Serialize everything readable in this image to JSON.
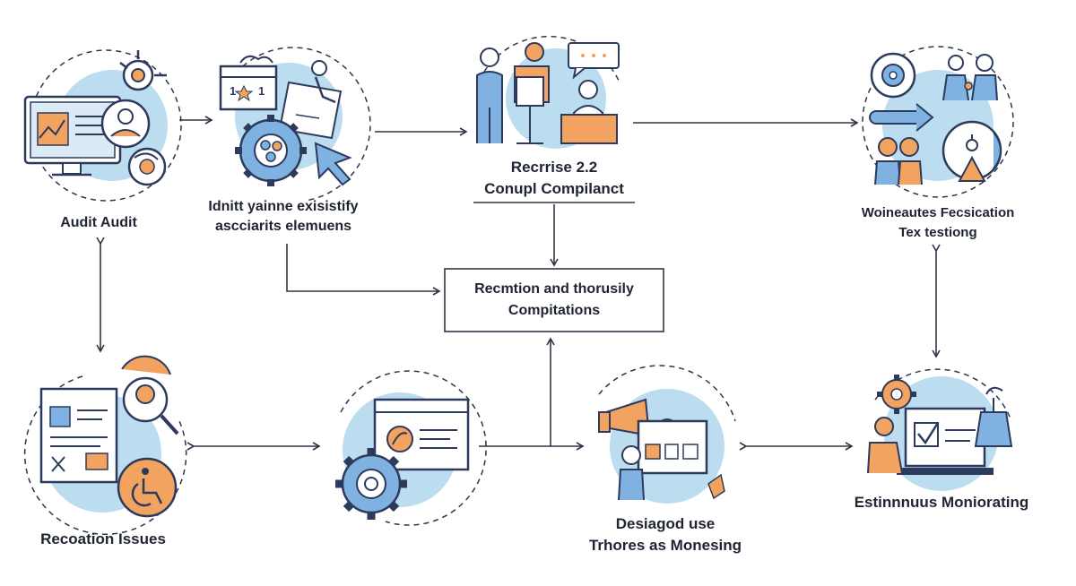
{
  "nodes": {
    "audit": {
      "label": "Audit Audit"
    },
    "identify": {
      "line1": "Idnitt yainne exisistify",
      "line2": "ascciarits elemuens"
    },
    "recrrise": {
      "line1": "Recrrise 2.2",
      "line2": "Conupl Compilanct"
    },
    "center": {
      "line1": "Recmtion and thorusily",
      "line2": "Compitations"
    },
    "testing": {
      "line1": "Woineautes Fecsication",
      "line2": "Tex testiong"
    },
    "recoation": {
      "label": "Recoation Issues"
    },
    "designed": {
      "line1": "Desiagod use",
      "line2": "Trhores as Monesing"
    },
    "monitoring": {
      "label": "Estinnnuus Moniorating"
    }
  },
  "icons": [
    "monitor-chart-icon",
    "person-icon",
    "gear-icon",
    "cursor-icon",
    "presenter-icon",
    "chat-bubble-icon",
    "target-icon",
    "arrow-icon",
    "warning-icon",
    "document-icon",
    "magnifier-icon",
    "wheelchair-icon",
    "browser-window-icon",
    "megaphone-icon",
    "checkbox-screen-icon"
  ],
  "colors": {
    "accent_blue": "#bcdcef",
    "icon_stroke": "#2c3a5e",
    "icon_fill_blue": "#7fb2e0",
    "accent_orange": "#f2a35f",
    "line": "#2f3547"
  }
}
